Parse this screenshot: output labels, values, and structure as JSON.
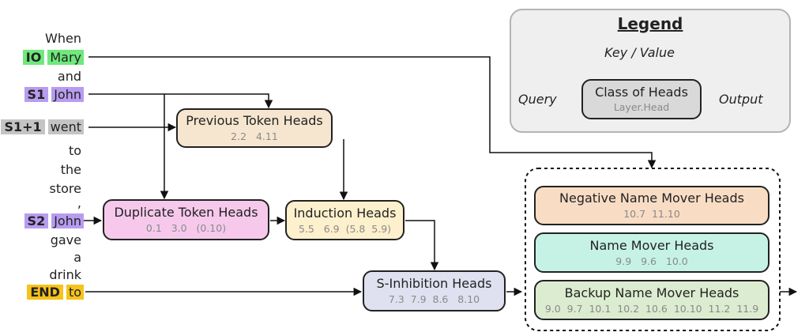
{
  "colors": {
    "io": "#6fe87c",
    "s1": "#b79cf0",
    "s1p1": "#c4c4c4",
    "s2": "#b79cf0",
    "end": "#f5c31a",
    "previous_token": "#f6e6cf",
    "duplicate_token": "#f6c9ec",
    "induction": "#fdf0cc",
    "s_inhibition": "#dfe1f0",
    "negative_name_mover": "#f8dcc4",
    "name_mover": "#c6f2e6",
    "backup_name_mover": "#dcecd0",
    "legend_node": "#d9d9d9"
  },
  "tokens": [
    {
      "text": "When"
    },
    {
      "label": "IO",
      "text": "Mary"
    },
    {
      "text": "and"
    },
    {
      "label": "S1",
      "text": "John"
    },
    {
      "label": "S1+1",
      "text": "went"
    },
    {
      "text": "to"
    },
    {
      "text": "the"
    },
    {
      "text": "store"
    },
    {
      "text": ","
    },
    {
      "label": "S2",
      "text": "John"
    },
    {
      "text": "gave"
    },
    {
      "text": "a"
    },
    {
      "text": "drink"
    },
    {
      "label": "END",
      "text": "to"
    }
  ],
  "nodes": {
    "previous_token": {
      "title": "Previous Token Heads",
      "heads": "2.2   4.11"
    },
    "duplicate_token": {
      "title": "Duplicate Token Heads",
      "heads": "0.1   3.0   (0.10)"
    },
    "induction": {
      "title": "Induction Heads",
      "heads": "5.5   6.9  (5.8  5.9)"
    },
    "s_inhibition": {
      "title": "S-Inhibition Heads",
      "heads": "7.3  7.9  8.6   8.10"
    },
    "negative_name_mover": {
      "title": "Negative Name Mover Heads",
      "heads": "10.7  11.10"
    },
    "name_mover": {
      "title": "Name Mover Heads",
      "heads": "9.9   9.6   10.0"
    },
    "backup_name_mover": {
      "title": "Backup Name Mover Heads",
      "heads": "9.0  9.7  10.1  10.2  10.6  10.10  11.2  11.9"
    }
  },
  "legend": {
    "title": "Legend",
    "key_value": "Key / Value",
    "query": "Query",
    "output": "Output",
    "node_title": "Class of Heads",
    "node_sub": "Layer.Head"
  }
}
